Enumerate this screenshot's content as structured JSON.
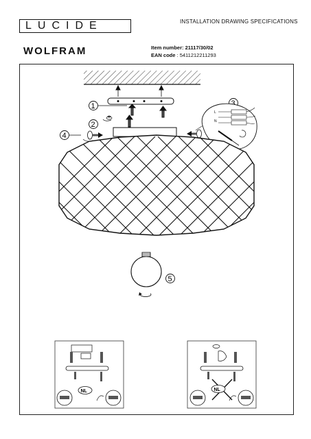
{
  "brand": {
    "logo_text": "LUCIDE"
  },
  "header": {
    "spec_title": "INSTALLATION DRAWING SPECIFICATIONS",
    "product_name": "WOLFRAM",
    "item_label": "Item number:",
    "item_number": "21117/30/02",
    "ean_label": "EAN code",
    "ean_code": ": 5411212211293"
  },
  "steps": {
    "s1": "1",
    "s2": "2",
    "s3": "3",
    "s4": "4",
    "s5": "5"
  },
  "wiring": {
    "l": "L",
    "n": "N"
  },
  "insets": {
    "left_badge": "NL",
    "right_badge": "NL"
  }
}
